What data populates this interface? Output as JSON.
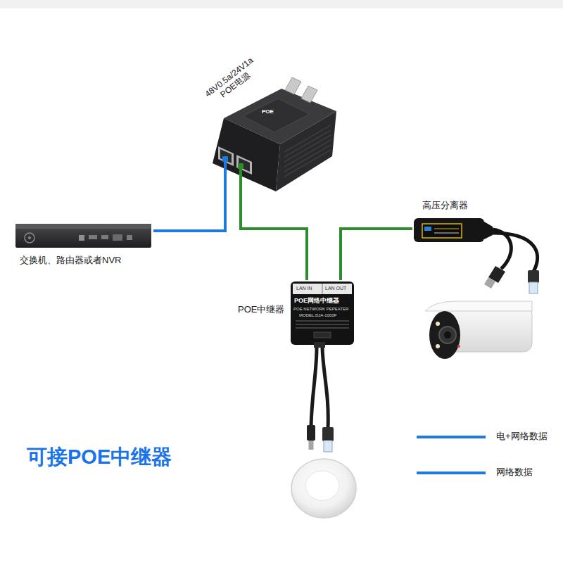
{
  "diagram": {
    "title": "可接POE中继器",
    "nodes": [
      {
        "text": [
          "48V0.5a/24V1a POE电源"
        ]
      },
      {
        "text": [
          "交换机、路由器或者NVR"
        ]
      },
      {
        "text": [
          "POE中继器"
        ]
      },
      {
        "text": [
          "高压分离器"
        ]
      }
    ],
    "edges": [
      {
        "from": 1,
        "to": 0,
        "arrow": "none"
      },
      {
        "from": 0,
        "to": 2,
        "arrow": "none"
      },
      {
        "from": 2,
        "to": 3,
        "arrow": "none"
      }
    ],
    "labels": [
      "POE",
      "LAN IN",
      "LAN OUT",
      "POE网络中继器",
      "POE NETWORK PEPEATER",
      "MODEL:DJA-1003F"
    ],
    "legend": [
      {
        "text": "电+网络数据"
      },
      {
        "text": "网络数据"
      }
    ]
  }
}
